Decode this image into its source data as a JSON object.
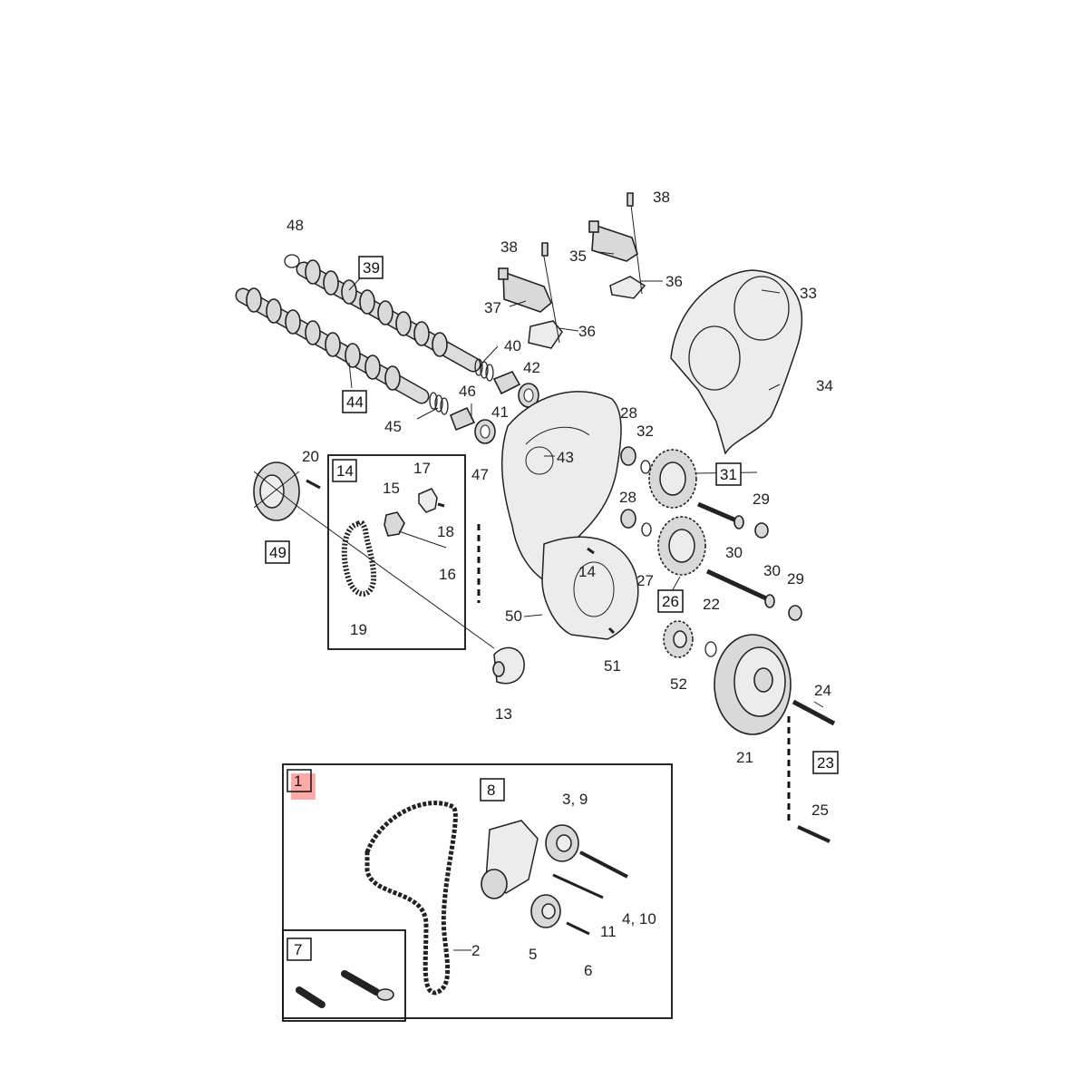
{
  "colors": {
    "highlight": "#ff8c8c",
    "ink": "#222222",
    "background": "#ffffff"
  },
  "callouts": {
    "c48": "48",
    "c39": "39",
    "c38a": "38",
    "c38b": "38",
    "c35": "35",
    "c36a": "36",
    "c36b": "36",
    "c37": "37",
    "c33": "33",
    "c34": "34",
    "c40": "40",
    "c42": "42",
    "c44": "44",
    "c46": "46",
    "c41": "41",
    "c45": "45",
    "c47": "47",
    "c43": "43",
    "c28a": "28",
    "c32": "32",
    "c31": "31",
    "c20": "20",
    "c14a": "14",
    "c17": "17",
    "c15": "15",
    "c18": "18",
    "c16": "16",
    "c49": "49",
    "c19": "19",
    "c29a": "29",
    "c30a": "30",
    "c30b": "30",
    "c29b": "29",
    "c28b": "28",
    "c27": "27",
    "c14b": "14",
    "c26": "26",
    "c22": "22",
    "c50": "50",
    "c51": "51",
    "c52": "52",
    "c13": "13",
    "c24": "24",
    "c21": "21",
    "c23": "23",
    "c25": "25",
    "c1": "1",
    "c8": "8",
    "c39b": "3, 9",
    "c410": "4, 10",
    "c11": "11",
    "c2": "2",
    "c5": "5",
    "c6": "6",
    "c7": "7"
  }
}
